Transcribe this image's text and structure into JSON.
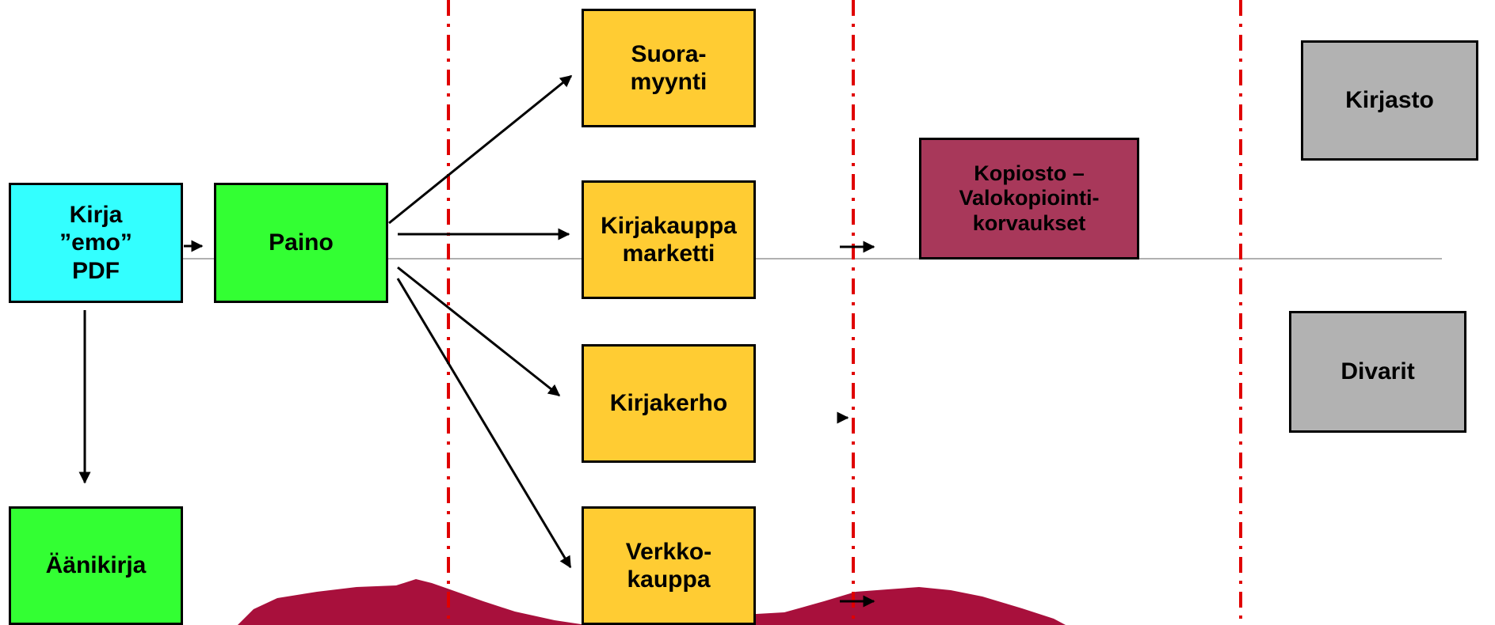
{
  "colors": {
    "source": "#33ffff",
    "print": "#33ff33",
    "channel": "#ffcc33",
    "secondary": "#b2b2b2",
    "copyright": "#a8385a",
    "divider": "#e00000",
    "terrain": "#a8103c"
  },
  "nodes": {
    "kirja": "Kirja\n”emo”\nPDF",
    "paino": "Paino",
    "aanikirja": "Äänikirja",
    "suoramyynti": "Suora-\nmyynti",
    "kirjakauppa": "Kirjakauppa\nmarketti",
    "kirjakerho": "Kirjakerho",
    "verkkokauppa": "Verkko-\nkauppa",
    "kopiosto": "Kopiosto –\nValokopiointi-\nkorvaukset",
    "kirjasto": "Kirjasto",
    "divarit": "Divarit"
  }
}
